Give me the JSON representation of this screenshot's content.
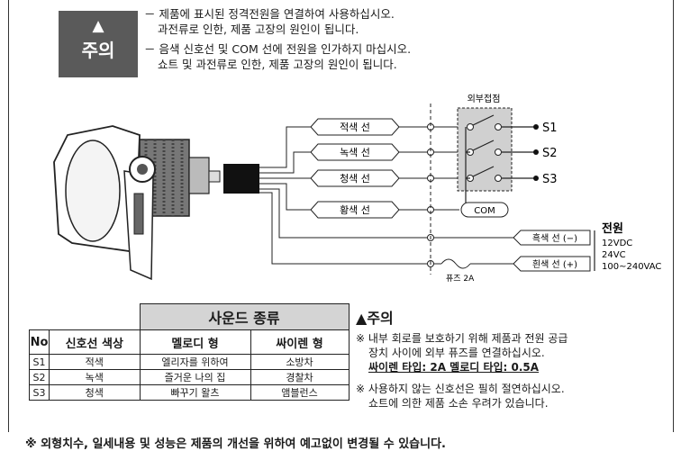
{
  "warning": {
    "label": "주의",
    "line1": "－ 제품에 표시된 정격전원을 연결하여 사용하십시오.",
    "line2": "과전류로 인한, 제품 고장의 원인이 됩니다.",
    "line3": "－ 음색 신호선 및 COM 선에 전원을 인가하지 마십시오.",
    "line4": "쇼트 및 과전류로 인한, 제품 고장의 원인이 됩니다."
  },
  "diagram": {
    "external_contact": "외부접점",
    "wires": [
      "적색 선",
      "녹색 선",
      "청색 선",
      "황색 선"
    ],
    "terminals": [
      "S1",
      "S2",
      "S3"
    ],
    "com": "COM",
    "black_wire": "흑색 선 (−)",
    "white_wire": "흰색 선 (+)",
    "fuse": "퓨즈 2A",
    "power_title": "전원",
    "power_specs": [
      "12VDC",
      "24VC",
      "100~240VAC"
    ]
  },
  "sound_table": {
    "title": "사운드 종류",
    "headers": [
      "No",
      "신호선 색상",
      "멜로디 형",
      "싸이렌 형"
    ],
    "rows": [
      [
        "S1",
        "적색",
        "엘리자를 위하여",
        "소방차"
      ],
      [
        "S2",
        "녹색",
        "즐거운 나의 집",
        "경찰차"
      ],
      [
        "S3",
        "청색",
        "빠꾸기 왈츠",
        "앰블런스"
      ]
    ]
  },
  "caution": {
    "title": "주의",
    "note1a": "※ 내부 회로를 보호하기 위해 제품과 전원 공급",
    "note1b": "장치 사이에 외부 퓨즈를 연결하십시오.",
    "spec": "싸이렌 타입: 2A  멜로디 타입: 0.5A",
    "note2a": "※ 사용하지 않는 신호선은 필히 절연하십시오.",
    "note2b": "쇼트에 의한 제품 소손 우려가 있습니다."
  },
  "footer": "※ 외형치수, 일세내용 및 성능은 제품의 개선을 위하여 예고없이 변경될 수 있습니다."
}
